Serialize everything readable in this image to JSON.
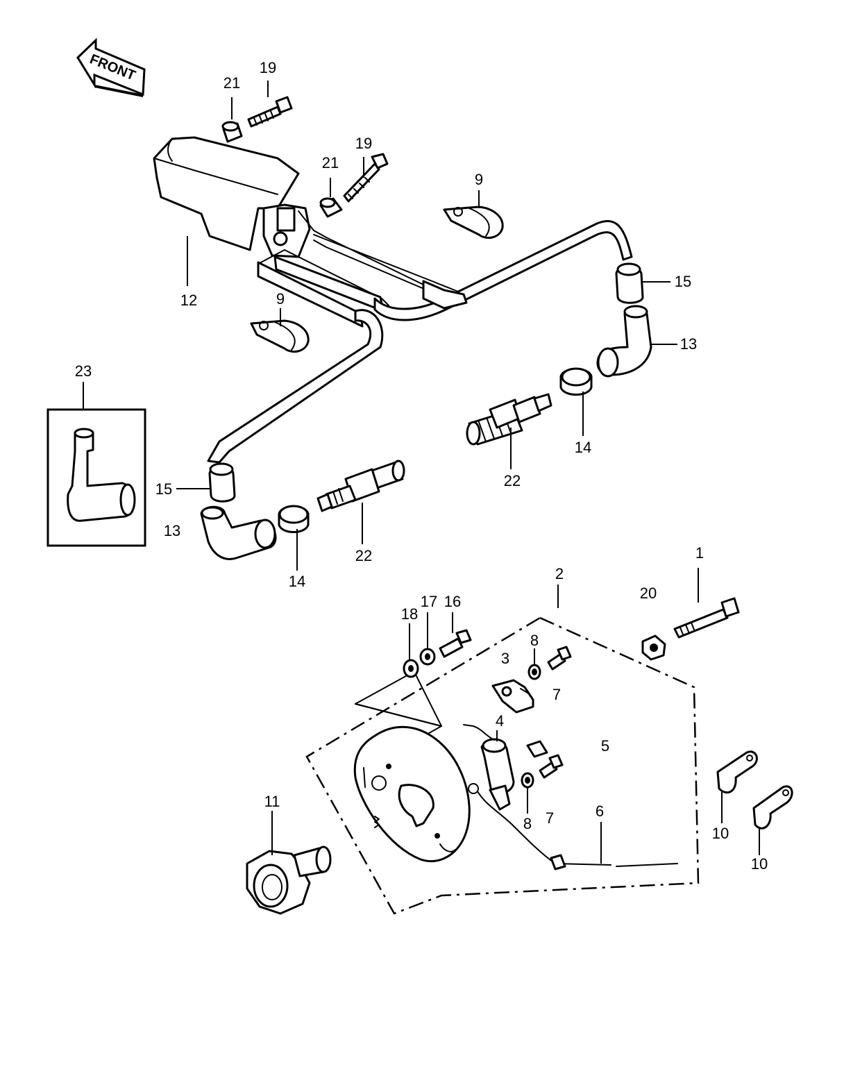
{
  "front_arrow": {
    "text": "FRONT"
  },
  "labels": {
    "n1": "1",
    "n2": "2",
    "n3": "3",
    "n4": "4",
    "n5": "5",
    "n6": "6",
    "n7a": "7",
    "n7b": "7",
    "n8a": "8",
    "n8b": "8",
    "n9a": "9",
    "n9b": "9",
    "n10a": "10",
    "n10b": "10",
    "n11": "11",
    "n12": "12",
    "n13a": "13",
    "n13b": "13",
    "n14a": "14",
    "n14b": "14",
    "n15a": "15",
    "n15b": "15",
    "n16": "16",
    "n17": "17",
    "n18": "18",
    "n19a": "19",
    "n19b": "19",
    "n20": "20",
    "n21a": "21",
    "n21b": "21",
    "n22a": "22",
    "n22b": "22",
    "n23": "23"
  },
  "icons": [
    "front-arrow-icon",
    "ignition-coil-icon",
    "spark-plug-icon",
    "plug-cap-icon",
    "contact-breaker-icon",
    "condenser-icon",
    "clamp-icon",
    "bolt-icon",
    "washer-icon",
    "advancer-icon"
  ]
}
